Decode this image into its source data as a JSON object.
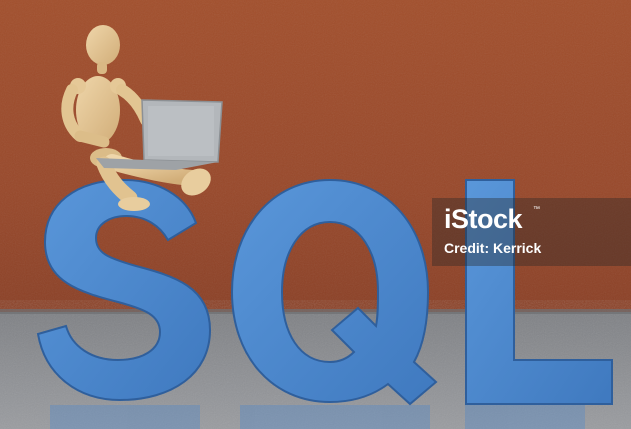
{
  "image": {
    "subject": "Wooden artist mannequin holding a laptop, seated on blue block letters spelling SQL",
    "letters": [
      "S",
      "Q",
      "L"
    ],
    "colors": {
      "wall": "#9a4a2a",
      "table": "#8a8b8e",
      "letters": "#4a86cd",
      "wood": "#e3c595",
      "laptop": "#b8bcc0"
    }
  },
  "watermark": {
    "brand": "iStock",
    "trademark": "™",
    "credit": "Credit: Kerrick"
  }
}
